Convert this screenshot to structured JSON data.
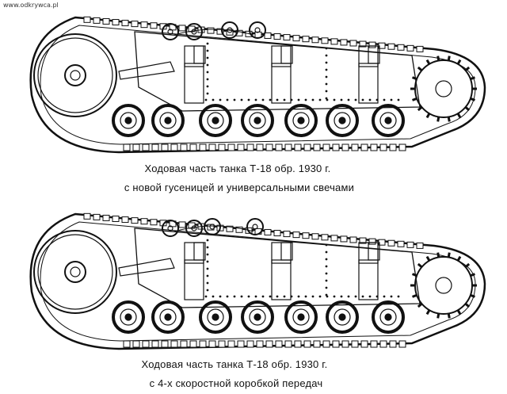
{
  "watermark": "www.odkrywca.pl",
  "panels": [
    {
      "caption_line1": "Ходовая часть танка Т-18 обр. 1930 г.",
      "caption_line2": "с новой гусеницей и универсальными свечами"
    },
    {
      "caption_line1": "Ходовая часть танка Т-18 обр. 1930 г.",
      "caption_line2": "с 4-х скоростной коробкой передач"
    }
  ]
}
